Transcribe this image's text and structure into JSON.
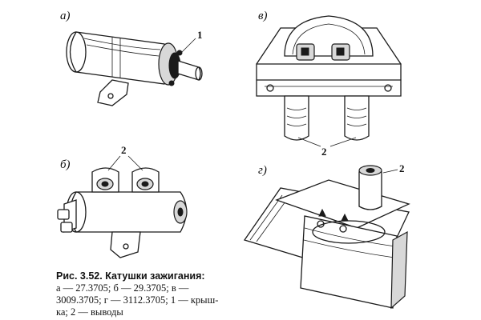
{
  "labels": {
    "a": "а)",
    "b": "б)",
    "v": "в)",
    "g": "г)"
  },
  "callouts": {
    "one_a": "1",
    "two_b": "2",
    "two_v": "2",
    "two_g": "2"
  },
  "caption": {
    "title": "Рис. 3.52. Катушки зажигания:",
    "line1": "а — 27.3705; б — 29.3705; в —",
    "line2": "3009.3705; г — 3112.3705; 1 — крыш-",
    "line3": "ка; 2 — выводы"
  }
}
